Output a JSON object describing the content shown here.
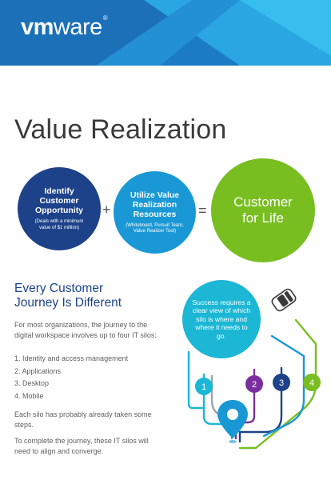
{
  "header": {
    "logo_vm": "vm",
    "logo_ware": "ware",
    "logo_reg": "®",
    "colors": {
      "dark": "#1b7bc4",
      "light": "#2db2e8"
    }
  },
  "title": "Value Realization",
  "circles": [
    {
      "title": "Identify Customer Opportunity",
      "sub": "(Deals with a minimum value of $1 million)",
      "color": "#1d428a"
    },
    {
      "title": "Utilize Value Realization Resources",
      "sub": "(Whiteboard, Pursuit Team, Value Realizer Tool)",
      "color": "#1a98d5"
    },
    {
      "title": "Customer for Life",
      "color": "#78be20"
    }
  ],
  "operators": {
    "plus": "+",
    "equals": "="
  },
  "section": {
    "heading": "Every Customer Journey Is Different",
    "intro": "For most organizations, the journey to the digital workspace involves up to four IT silos:",
    "list": [
      "1.  Identity and access management",
      "2.  Applications",
      "3.  Desktop",
      "4.  Mobile"
    ],
    "para2": "Each silo has probably already taken some steps.",
    "para3": "To complete the journey, these IT silos will need to align and converge."
  },
  "illustration": {
    "bubble": "Success requires a clear view of which silo is where and where it needs to go.",
    "markers": [
      "1",
      "2",
      "3",
      "4"
    ],
    "colors": {
      "teal": "#1bb7d5",
      "purple": "#7b2f9e",
      "navy": "#1d428a",
      "green": "#78be20",
      "blue": "#1a98d5"
    }
  }
}
